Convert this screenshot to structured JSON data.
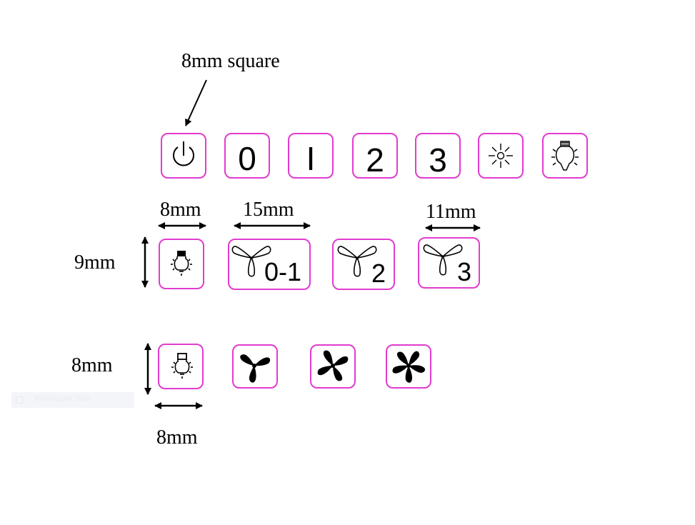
{
  "labels": {
    "top_note": "8mm square",
    "row2_width_small": "8mm",
    "row2_width_wide": "15mm",
    "row2_width_mid": "11mm",
    "row2_height": "9mm",
    "row3_height": "8mm",
    "row3_width": "8mm"
  },
  "keys_row1": [
    "0",
    "I",
    "2",
    "3"
  ],
  "keys_row2": [
    "0-1",
    "2",
    "3"
  ],
  "ghost_toolbar": {
    "label": "Rectangular Snip"
  },
  "colors": {
    "button_border": "#e23bd0",
    "ink": "#000000"
  },
  "icons": {
    "row1": [
      "power-icon",
      "digit-0",
      "digit-I",
      "digit-2",
      "digit-3",
      "sun-icon",
      "bulb-icon"
    ],
    "row2": [
      "lamp-icon",
      "fan-speed-0-1-icon",
      "fan-speed-2-icon",
      "fan-speed-3-icon"
    ],
    "row3": [
      "lamp-icon",
      "fan-low-icon",
      "fan-medium-icon",
      "fan-high-icon"
    ]
  }
}
